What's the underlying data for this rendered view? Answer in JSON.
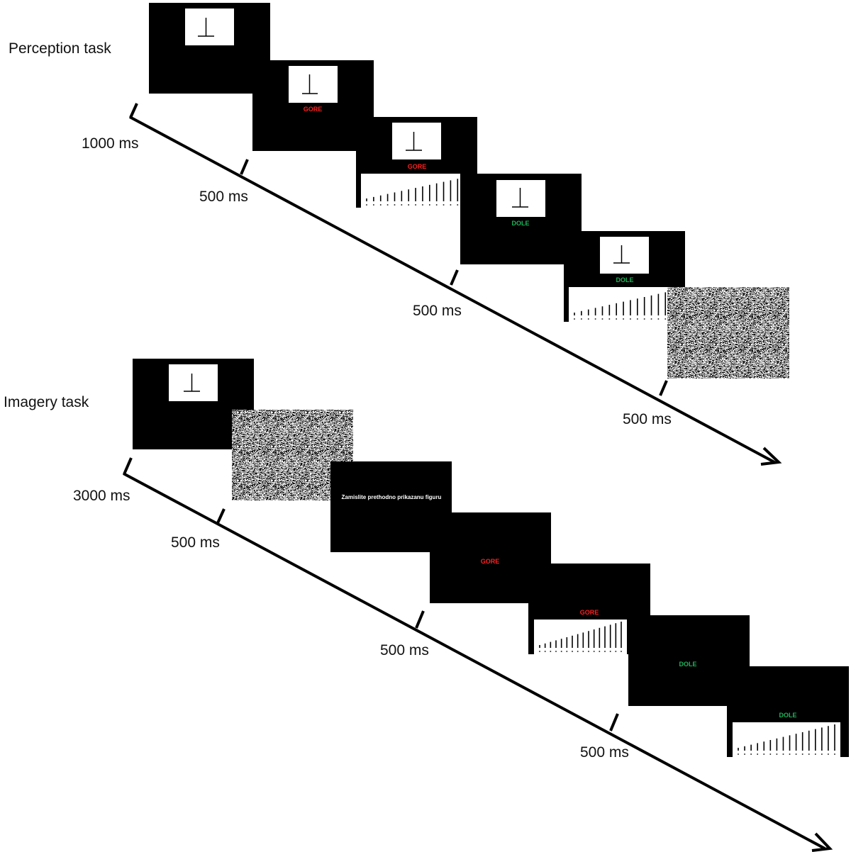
{
  "diagram": {
    "perception": {
      "title": "Perception task",
      "durations": [
        "1000 ms",
        "500 ms",
        "500 ms",
        "500 ms"
      ],
      "cue_words": [
        "GORE",
        "GORE",
        "DOLE",
        "DOLE"
      ]
    },
    "imagery": {
      "title": "Imagery task",
      "durations": [
        "3000 ms",
        "500 ms",
        "500 ms",
        "500 ms"
      ],
      "instruction": "Zamislite prethodno prikazanu figuru",
      "cue_words": [
        "GORE",
        "GORE",
        "DOLE",
        "DOLE"
      ]
    },
    "colors": {
      "screen": "#000000",
      "up_cue": "#ff2020",
      "down_cue": "#1fb45a",
      "timeline": "#000000"
    }
  }
}
